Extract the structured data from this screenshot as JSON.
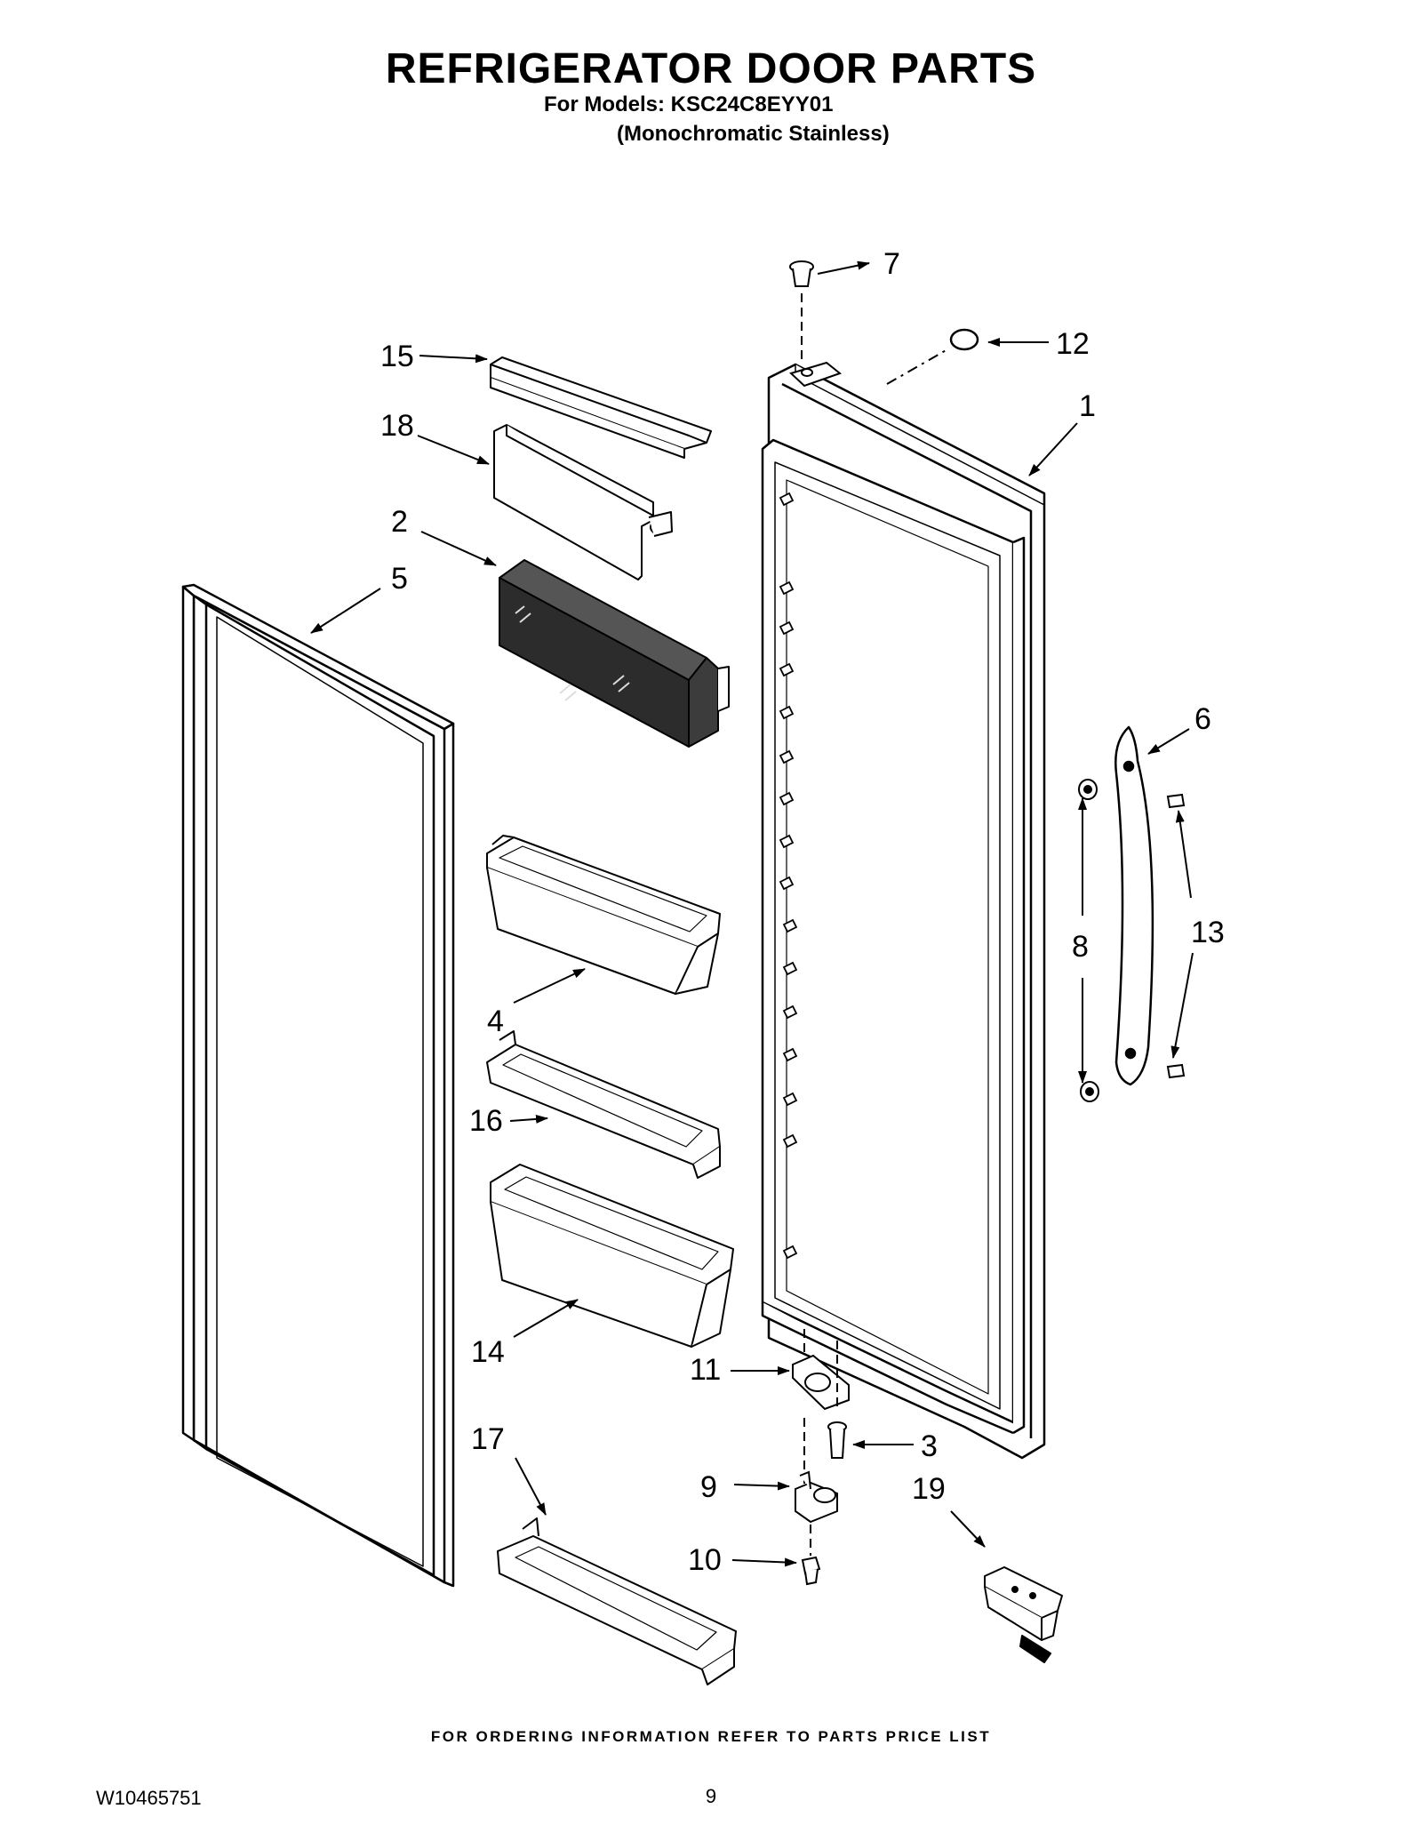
{
  "header": {
    "title": "REFRIGERATOR DOOR PARTS",
    "models_line": "For Models: KSC24C8EYY01",
    "variant_line": "(Monochromatic Stainless)"
  },
  "callouts": {
    "c1": "1",
    "c2": "2",
    "c3": "3",
    "c4": "4",
    "c5": "5",
    "c6": "6",
    "c7": "7",
    "c8": "8",
    "c9": "9",
    "c10": "10",
    "c11": "11",
    "c12": "12",
    "c13": "13",
    "c14": "14",
    "c15": "15",
    "c16": "16",
    "c17": "17",
    "c18": "18",
    "c19": "19"
  },
  "footer": {
    "ordering_note": "FOR ORDERING INFORMATION REFER TO PARTS PRICE LIST",
    "document_number": "W10465751",
    "page_number": "9"
  }
}
